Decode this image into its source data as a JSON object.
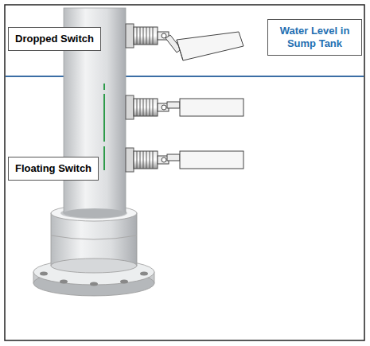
{
  "diagram": {
    "nodes": [
      {
        "text": [
          "Dropped Switch"
        ]
      },
      {
        "text": [
          "Water Level in Sump Tank"
        ]
      },
      {
        "text": [
          "Floating Switch"
        ]
      }
    ]
  }
}
